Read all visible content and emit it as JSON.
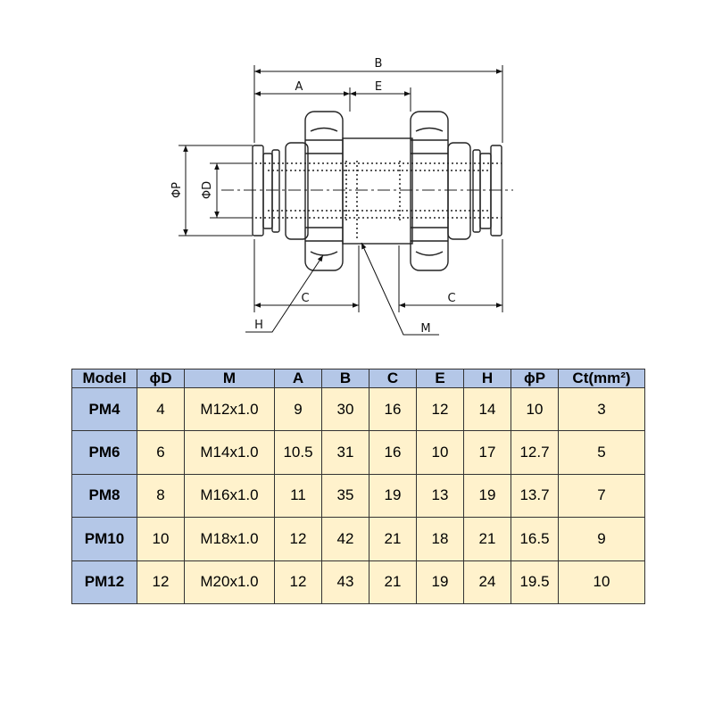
{
  "drawing": {
    "labels": {
      "B": "B",
      "A": "A",
      "E": "E",
      "phiP": "ΦP",
      "phiD": "ΦD",
      "C_left": "C",
      "C_right": "C",
      "H": "H",
      "M": "M"
    }
  },
  "table": {
    "headers": [
      "Model",
      "ɸD",
      "M",
      "A",
      "B",
      "C",
      "E",
      "H",
      "ɸP",
      "Ct(mm²)"
    ],
    "rows": [
      [
        "PM4",
        "4",
        "M12x1.0",
        "9",
        "30",
        "16",
        "12",
        "14",
        "10",
        "3"
      ],
      [
        "PM6",
        "6",
        "M14x1.0",
        "10.5",
        "31",
        "16",
        "10",
        "17",
        "12.7",
        "5"
      ],
      [
        "PM8",
        "8",
        "M16x1.0",
        "11",
        "35",
        "19",
        "13",
        "19",
        "13.7",
        "7"
      ],
      [
        "PM10",
        "10",
        "M18x1.0",
        "12",
        "42",
        "21",
        "18",
        "21",
        "16.5",
        "9"
      ],
      [
        "PM12",
        "12",
        "M20x1.0",
        "12",
        "43",
        "21",
        "19",
        "24",
        "19.5",
        "10"
      ]
    ]
  }
}
